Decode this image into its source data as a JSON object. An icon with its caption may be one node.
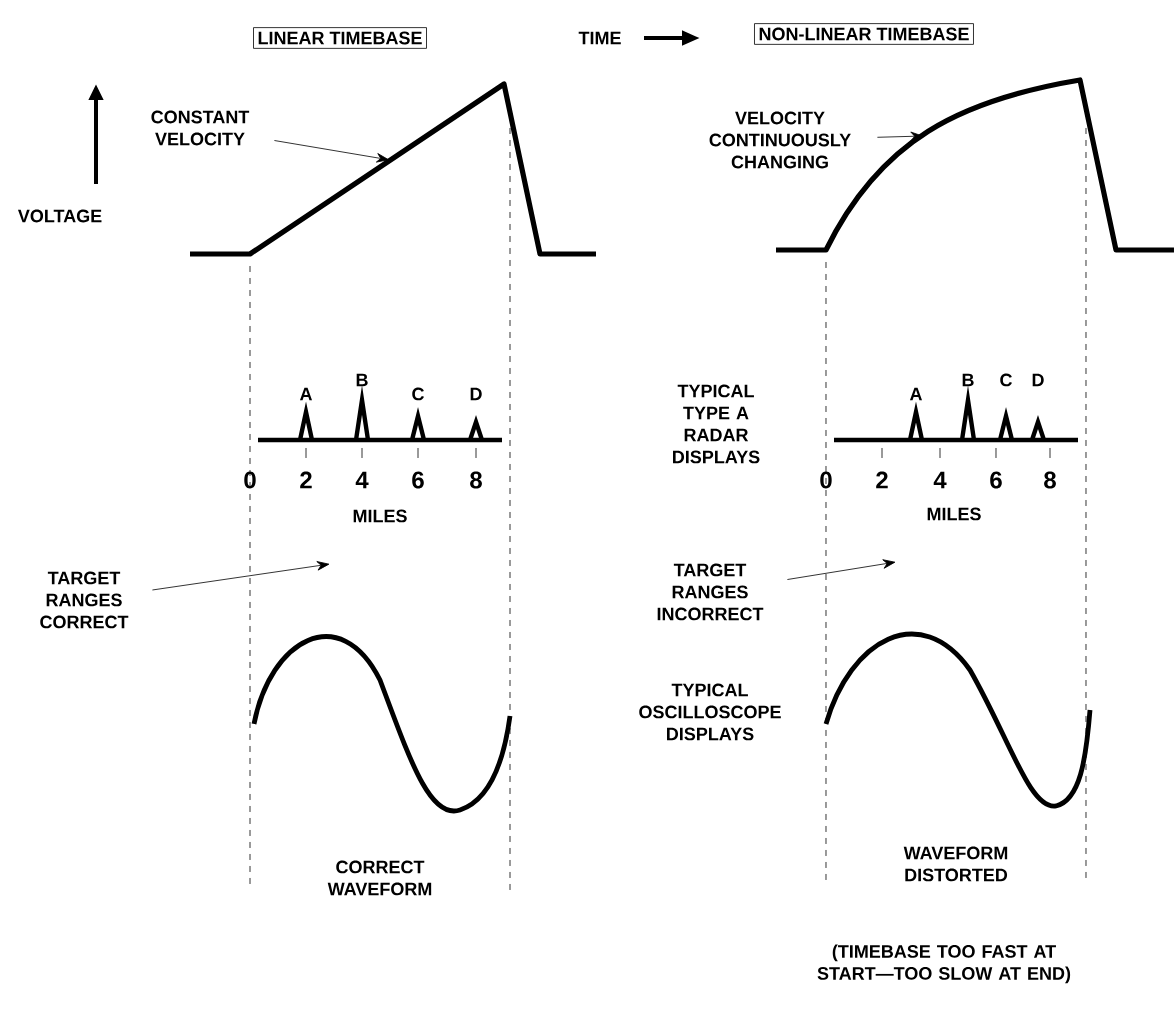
{
  "diagram": {
    "nodes": [
      {
        "text": [
          "LINEAR TIMEBASE"
        ]
      },
      {
        "text": [
          "NON-LINEAR TIMEBASE"
        ]
      },
      {
        "text": [
          "CONSTANT VELOCITY"
        ]
      },
      {
        "text": [
          "VELOCITY CONTINUOUSLY CHANGING"
        ]
      },
      {
        "text": [
          "TARGET RANGES CORRECT"
        ]
      },
      {
        "text": [
          "TARGET RANGES INCORRECT"
        ]
      },
      {
        "text": [],
        "shape": "picture"
      },
      {
        "text": [],
        "shape": "picture"
      }
    ],
    "edges": [
      {
        "from": 2,
        "to": 6,
        "arrow": "to"
      },
      {
        "from": 3,
        "to": 7,
        "arrow": "to"
      },
      {
        "from": 4,
        "to": null,
        "arrow": "to"
      },
      {
        "from": 5,
        "to": null,
        "arrow": "to"
      }
    ],
    "labels": [
      "TIME",
      "VOLTAGE",
      "TYPICAL TYPE A RADAR DISPLAYS",
      "A",
      "B",
      "C",
      "D",
      "A",
      "B",
      "C",
      "D",
      "0",
      "2",
      "4",
      "6",
      "8",
      "0",
      "2",
      "4",
      "6",
      "8",
      "MILES",
      "MILES",
      "TYPICAL OSCILLOSCOPE DISPLAYS",
      "CORRECT WAVEFORM",
      "WAVEFORM DISTORTED",
      "(TIMEBASE TOO FAST AT START—TOO SLOW AT END)"
    ]
  }
}
